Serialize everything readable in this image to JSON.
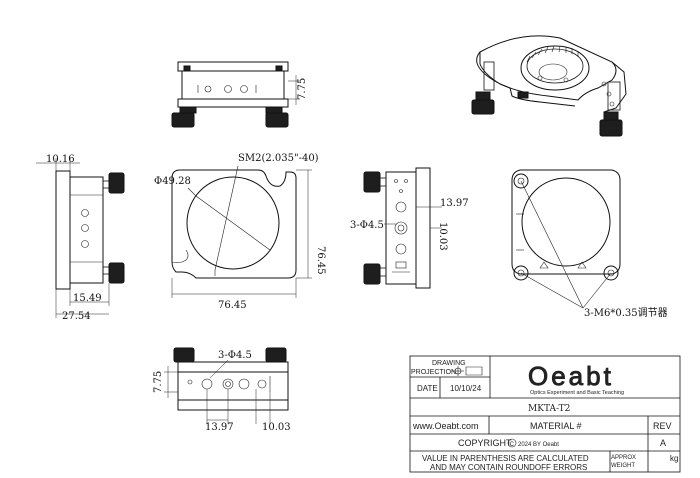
{
  "drawing": {
    "top_view": {
      "dim_height": "7.75"
    },
    "left_view": {
      "dim_top": "10.16",
      "dim_mid": "15.49",
      "dim_bottom": "27.54"
    },
    "front_view": {
      "thread_label": "SM2(2.035\"-40)",
      "diameter_label": "Φ49.28",
      "width_dim": "76.45",
      "height_dim": "76.45"
    },
    "right_view": {
      "holes_label": "3-Φ4.5",
      "dim_a": "13.97",
      "dim_b": "10.03"
    },
    "rear_view": {
      "screws_label": "3-M6*0.35调节器"
    },
    "bottom_view": {
      "holes_label": "3-Φ4.5",
      "dim_height": "7.75",
      "dim_a": "13.97",
      "dim_b": "10.03"
    }
  },
  "title_block": {
    "drawing_label": "DRAWING",
    "projection_label": "PROJECTION",
    "date_label": "DATE",
    "date_value": "10/10/24",
    "logo_text": "Oeabt",
    "logo_subtitle": "Optics Experiment and Basic Teaching",
    "part_number": "MKTA-T2",
    "website": "www.Oeabt.com",
    "material_label": "MATERIAL #",
    "rev_label": "REV",
    "rev_value": "A",
    "copyright_label": "COPYRIGHT",
    "copyright_note": "2024 BY Oeabt",
    "note_line1": "VALUE IN PARENTHESIS ARE CALCULATED",
    "note_line2": "AND MAY CONTAIN ROUNDOFF ERRORS",
    "approx_label": "APPROX",
    "weight_label": "WEIGHT",
    "weight_unit": "kg"
  }
}
